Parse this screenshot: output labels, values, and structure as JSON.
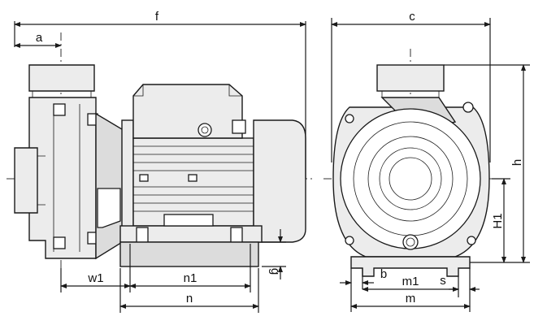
{
  "dimensions": {
    "a": "a",
    "f": "f",
    "c": "c",
    "h": "h",
    "H1": "H1",
    "g": "g",
    "w1": "w1",
    "n1": "n1",
    "n": "n",
    "b": "b",
    "m1": "m1",
    "s": "s",
    "m": "m"
  }
}
